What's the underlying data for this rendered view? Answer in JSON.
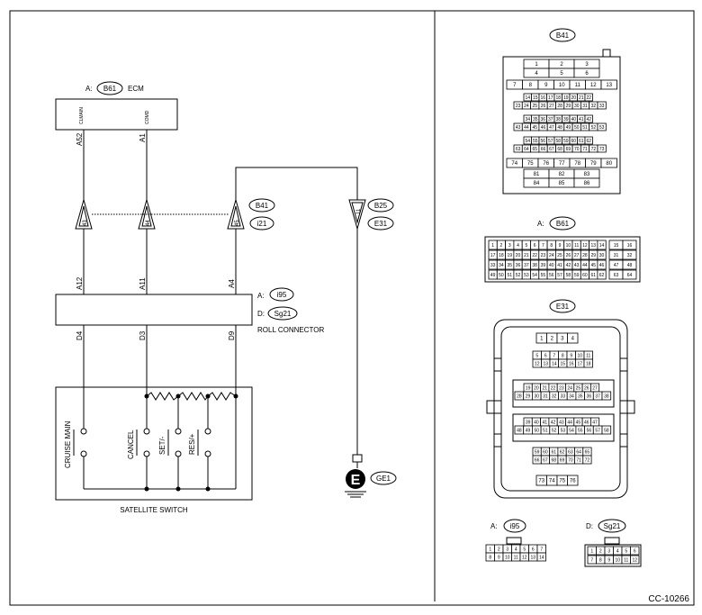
{
  "ecm": {
    "prefix": "A:",
    "conn": "B61",
    "name": "ECM",
    "pins": [
      "CLMAIN",
      "COMD"
    ],
    "terms": [
      "A52",
      "A1"
    ]
  },
  "joint": {
    "pins": [
      "43",
      "44",
      "45",
      "11"
    ],
    "conn_a": "B41",
    "conn_b": "i21",
    "conn_c": "B25",
    "conn_d": "E31"
  },
  "roll": {
    "prefix_a": "A:",
    "conn_a": "i95",
    "prefix_d": "D:",
    "conn_d": "Sg21",
    "name": "ROLL CONNECTOR",
    "top_terms": [
      "A12",
      "A11",
      "A4"
    ],
    "bot_terms": [
      "D4",
      "D3",
      "D9"
    ]
  },
  "sat": {
    "name": "SATELLITE SWITCH",
    "switches": [
      "CRUISE MAIN",
      "CANCEL",
      "SET/-",
      "RES/+"
    ]
  },
  "ground": {
    "symbol": "E",
    "conn": "GE1"
  },
  "code": "CC-10266",
  "b41": {
    "title": "B41",
    "rows": [
      [
        "1",
        "2",
        "3"
      ],
      [
        "4",
        "5",
        "6"
      ],
      [
        "7",
        "8",
        "9",
        "10",
        "11",
        "12",
        "13"
      ],
      [
        "14",
        "15",
        "16",
        "17",
        "18",
        "19",
        "20",
        "21",
        "22"
      ],
      [
        "23",
        "24",
        "25",
        "26",
        "27",
        "28",
        "29",
        "30",
        "31",
        "32",
        "33"
      ],
      [
        "34",
        "35",
        "36",
        "37",
        "38",
        "39",
        "40",
        "41",
        "42"
      ],
      [
        "43",
        "44",
        "45",
        "46",
        "47",
        "48",
        "49",
        "50",
        "51",
        "52",
        "53"
      ],
      [
        "54",
        "55",
        "56",
        "57",
        "58",
        "59",
        "60",
        "61",
        "62"
      ],
      [
        "63",
        "64",
        "65",
        "66",
        "67",
        "68",
        "69",
        "70",
        "71",
        "72",
        "73"
      ],
      [
        "74",
        "75",
        "76",
        "77",
        "78",
        "79",
        "80"
      ],
      [
        "81",
        "82",
        "83"
      ],
      [
        "84",
        "85",
        "86"
      ]
    ]
  },
  "b61": {
    "prefix": "A:",
    "title": "B61",
    "rows": [
      [
        "1",
        "2",
        "3",
        "4",
        "5",
        "6",
        "7",
        "8",
        "9",
        "10",
        "11",
        "12",
        "13",
        "14"
      ],
      [
        "17",
        "18",
        "19",
        "20",
        "21",
        "22",
        "23",
        "24",
        "25",
        "26",
        "27",
        "28",
        "29",
        "30"
      ],
      [
        "33",
        "34",
        "35",
        "36",
        "37",
        "38",
        "39",
        "40",
        "41",
        "42",
        "43",
        "44",
        "45",
        "46"
      ],
      [
        "49",
        "50",
        "51",
        "52",
        "53",
        "54",
        "55",
        "56",
        "57",
        "58",
        "59",
        "60",
        "61",
        "62"
      ]
    ],
    "side": [
      [
        "15",
        "16"
      ],
      [
        "31",
        "32"
      ],
      [
        "47",
        "48"
      ],
      [
        "63",
        "64"
      ]
    ]
  },
  "e31": {
    "title": "E31",
    "rows": [
      [
        "1",
        "2",
        "3",
        "4"
      ],
      [
        "5",
        "6",
        "7",
        "8",
        "9",
        "10",
        "11"
      ],
      [
        "12",
        "13",
        "14",
        "15",
        "16",
        "17",
        "18"
      ],
      [
        "19",
        "20",
        "21",
        "22",
        "23",
        "24",
        "25",
        "26",
        "27"
      ],
      [
        "28",
        "29",
        "30",
        "31",
        "32",
        "33",
        "34",
        "35",
        "36",
        "37",
        "38"
      ],
      [
        "39",
        "40",
        "41",
        "42",
        "43",
        "44",
        "45",
        "46",
        "47"
      ],
      [
        "48",
        "49",
        "50",
        "51",
        "52",
        "53",
        "54",
        "55",
        "56",
        "57",
        "58"
      ],
      [
        "59",
        "60",
        "61",
        "62",
        "63",
        "64",
        "65"
      ],
      [
        "66",
        "67",
        "68",
        "69",
        "70",
        "71",
        "72"
      ],
      [
        "73",
        "74",
        "75",
        "76"
      ]
    ]
  },
  "i95": {
    "prefix": "A:",
    "title": "i95",
    "rows": [
      [
        "1",
        "2",
        "3",
        "4",
        "5",
        "6",
        "7"
      ],
      [
        "8",
        "9",
        "10",
        "11",
        "12",
        "13",
        "14"
      ]
    ]
  },
  "sg21": {
    "prefix": "D:",
    "title": "Sg21",
    "rows": [
      [
        "1",
        "2",
        "3",
        "4",
        "5",
        "6"
      ],
      [
        "7",
        "8",
        "9",
        "10",
        "11",
        "12"
      ]
    ]
  }
}
